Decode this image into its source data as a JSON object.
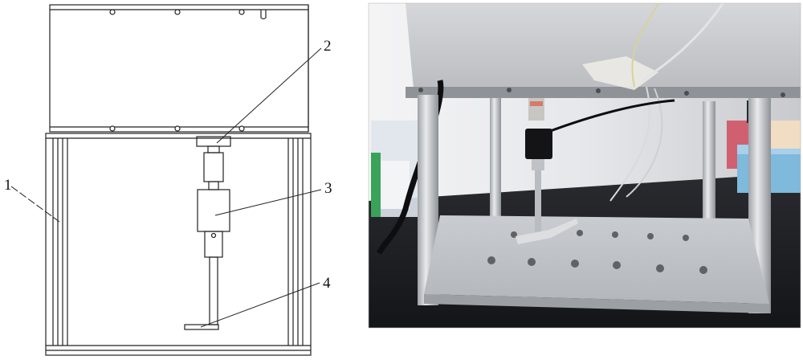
{
  "drawing": {
    "callouts": [
      {
        "id": "1",
        "text": "1"
      },
      {
        "id": "2",
        "text": "2"
      },
      {
        "id": "3",
        "text": "3"
      },
      {
        "id": "4",
        "text": "4"
      }
    ],
    "colors": {
      "line": "#222222",
      "paper": "#ffffff"
    }
  },
  "photo": {
    "description_icon": "photo-of-device",
    "colors": {
      "backdrop": "#e8e9ec",
      "metal": "#c9ccd0",
      "bench": "#1d1e22",
      "tray": "#7fb9dc"
    }
  }
}
